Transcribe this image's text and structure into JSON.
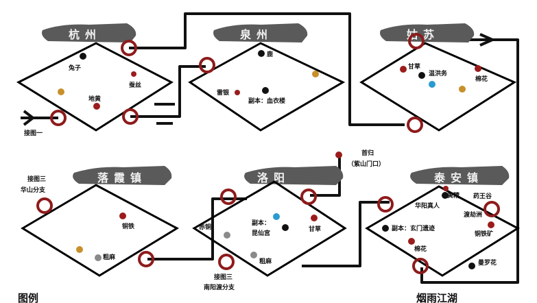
{
  "cities": [
    {
      "name": "杭州",
      "labels": [
        "兔子",
        "蚕丝",
        "地黄",
        "接图一"
      ]
    },
    {
      "name": "泉州",
      "labels": [
        "鹿",
        "雷银",
        "副本：血衣楼"
      ]
    },
    {
      "name": "姑苏",
      "labels": [
        "甘草",
        "温洪务",
        "棉花"
      ]
    },
    {
      "name": "落霞镇",
      "labels": [
        "接图三",
        "华山分支",
        "铜铁",
        "粗麻"
      ]
    },
    {
      "name": "洛阳",
      "labels": [
        "赤铜",
        "副本：",
        "昆仙宫",
        "甘草",
        "粗麻",
        "接图三",
        "南阳渡分支",
        "首归",
        "（紫山门口）"
      ]
    },
    {
      "name": "泰安镇",
      "labels": [
        "黄精",
        "华阳真人",
        "药王谷",
        "渡劫洲",
        "副本：玄门遗迹",
        "铜铁矿",
        "棉花",
        "曼罗花"
      ]
    }
  ],
  "legend_title": "图例",
  "footer": "烟雨江湖",
  "colors": {
    "red": "#9b1c1c",
    "black": "#111111",
    "gold": "#c8902a",
    "blue": "#2a9bd0",
    "gray": "#8a8a8a"
  }
}
